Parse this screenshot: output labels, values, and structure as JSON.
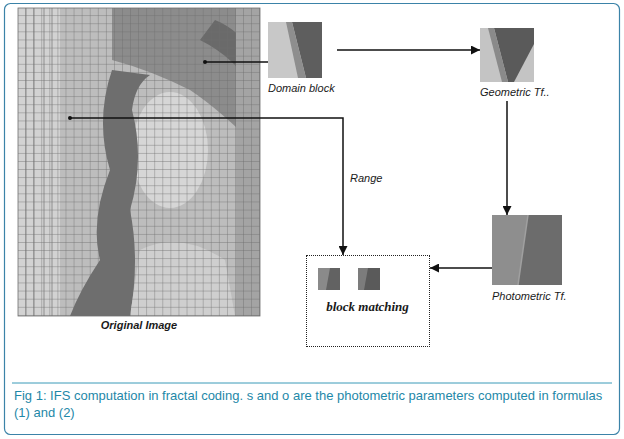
{
  "diagram": {
    "caption": "Fig 1: IFS computation in fractal coding. s and o are the photometric parameters computed in formulas (1) and (2)",
    "nodes": [
      {
        "text": [
          "Original Image"
        ]
      },
      {
        "text": [
          "Domain block"
        ]
      },
      {
        "text": [
          "Geometric Tf.."
        ]
      },
      {
        "text": [
          "Photometric Tf."
        ]
      },
      {
        "text": [
          "block matching"
        ]
      }
    ],
    "edges": [
      {
        "from": 0,
        "to": 1,
        "arrow": "none"
      },
      {
        "from": 1,
        "to": 2,
        "arrow": "to"
      },
      {
        "from": 2,
        "to": 3,
        "arrow": "to"
      },
      {
        "from": 3,
        "to": 4,
        "arrow": "to"
      },
      {
        "from": 0,
        "to": 4,
        "label": "Range",
        "arrow": "to"
      }
    ]
  }
}
